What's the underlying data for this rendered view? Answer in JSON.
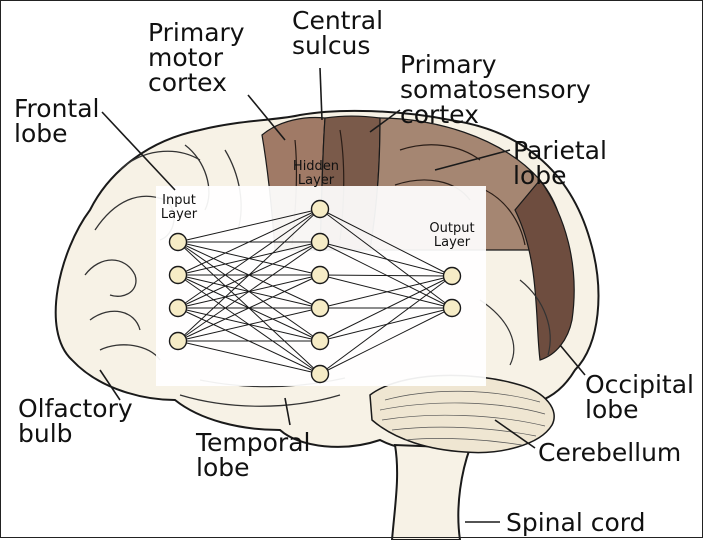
{
  "labels": {
    "primary_motor_cortex": [
      "Primary",
      "motor",
      "cortex"
    ],
    "central_sulcus": [
      "Central",
      "sulcus"
    ],
    "primary_somatosensory_cortex": [
      "Primary",
      "somatosensory",
      "cortex"
    ],
    "frontal_lobe": [
      "Frontal",
      "lobe"
    ],
    "parietal_lobe": [
      "Parietal",
      "lobe"
    ],
    "olfactory_bulb": [
      "Olfactory",
      "bulb"
    ],
    "temporal_lobe": [
      "Temporal",
      "lobe"
    ],
    "occipital_lobe": [
      "Occipital",
      "lobe"
    ],
    "cerebellum": "Cerebellum",
    "spinal_cord": "Spinal cord"
  },
  "network": {
    "input_layer": [
      "Input",
      "Layer"
    ],
    "hidden_layer": [
      "Hidden",
      "Layer"
    ],
    "output_layer": [
      "Output",
      "Layer"
    ],
    "input_nodes": 4,
    "hidden_nodes": 6,
    "output_nodes": 2
  },
  "colors": {
    "line": "#1a1a1a",
    "node_fill": "#f6ecc6",
    "brain_fill": "#f7f2e6",
    "cortex_dark": "#7a5a4a",
    "cortex_mid": "#a07a66",
    "network_bg": "#ffffff"
  }
}
